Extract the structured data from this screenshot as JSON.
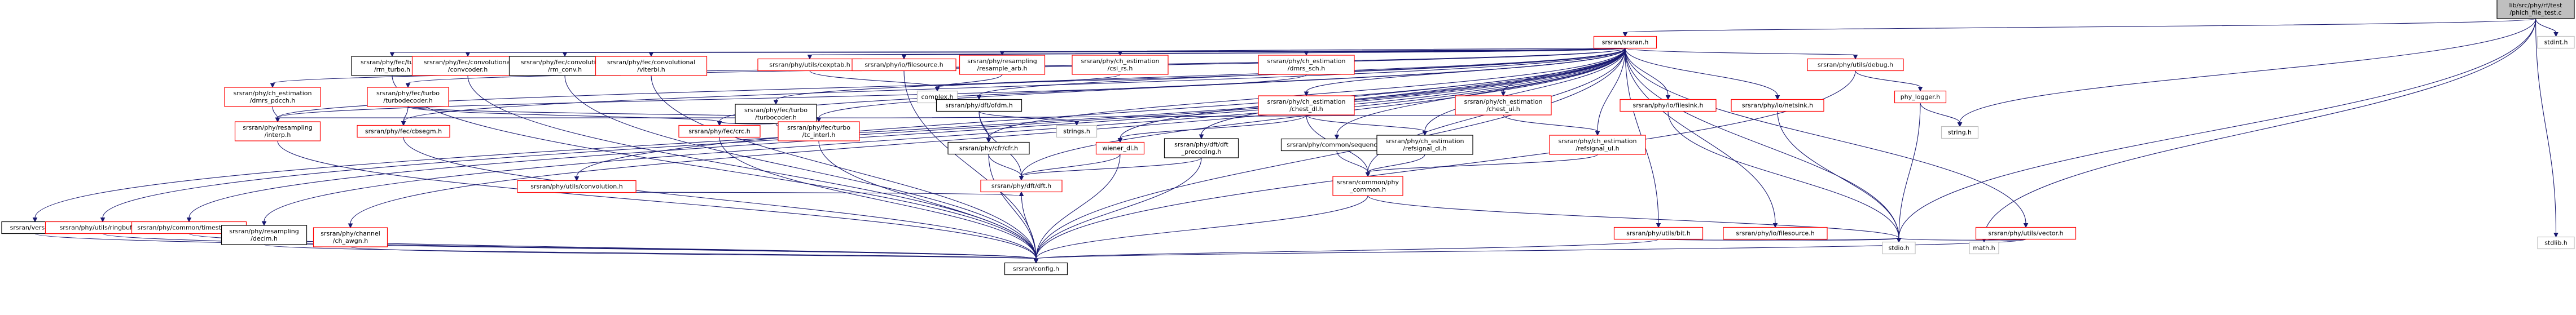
{
  "nodes": [
    {
      "id": "root",
      "lines": [
        "lib/src/phy/rf/test",
        "/phich_file_test.c"
      ],
      "kind": "root"
    },
    {
      "id": "srsran",
      "lines": [
        "srsran/srsran.h"
      ],
      "kind": "local"
    },
    {
      "id": "stdint",
      "lines": [
        "stdint.h"
      ],
      "kind": "system"
    },
    {
      "id": "version",
      "lines": [
        "srsran/version.h"
      ],
      "kind": "plain"
    },
    {
      "id": "ringbuffer",
      "lines": [
        "srsran/phy/utils/ringbuffer.h"
      ],
      "kind": "local"
    },
    {
      "id": "timestamp",
      "lines": [
        "srsran/phy/common/timestamp.h"
      ],
      "kind": "local"
    },
    {
      "id": "decim",
      "lines": [
        "srsran/phy/resampling",
        "/decim.h"
      ],
      "kind": "plain"
    },
    {
      "id": "interp",
      "lines": [
        "srsran/phy/resampling",
        "/interp.h"
      ],
      "kind": "local"
    },
    {
      "id": "pdcch",
      "lines": [
        "srsran/phy/ch_estimation",
        "/dmrs_pdcch.h"
      ],
      "kind": "local"
    },
    {
      "id": "tbegin",
      "lines": [
        "srsran/phy/fec/cbsegm.h"
      ],
      "kind": "local"
    },
    {
      "id": "ch_awgn",
      "lines": [
        "srsran/phy/channel",
        "/ch_awgn.h"
      ],
      "kind": "local"
    },
    {
      "id": "rm_turbo",
      "lines": [
        "srsran/phy/fec/turbo",
        "/rm_turbo.h"
      ],
      "kind": "plain"
    },
    {
      "id": "turbodecoder",
      "lines": [
        "srsran/phy/fec/turbo",
        "/turbodecoder.h"
      ],
      "kind": "local"
    },
    {
      "id": "convcoder",
      "lines": [
        "srsran/phy/fec/convolutional",
        "/convcoder.h"
      ],
      "kind": "local"
    },
    {
      "id": "convolution",
      "lines": [
        "srsran/phy/utils/convolution.h"
      ],
      "kind": "local"
    },
    {
      "id": "rm_conv",
      "lines": [
        "srsran/phy/fec/convolutional",
        "/rm_conv.h"
      ],
      "kind": "plain"
    },
    {
      "id": "viterbi",
      "lines": [
        "srsran/phy/fec/convolutional",
        "/viterbi.h"
      ],
      "kind": "local"
    },
    {
      "id": "cexptab",
      "lines": [
        "srsran/phy/utils/cexptab.h"
      ],
      "kind": "local"
    },
    {
      "id": "turbocoder",
      "lines": [
        "srsran/phy/fec/turbo",
        "/turbocoder.h"
      ],
      "kind": "plain"
    },
    {
      "id": "crc",
      "lines": [
        "srsran/phy/fec/crc.h"
      ],
      "kind": "local"
    },
    {
      "id": "filesource",
      "lines": [
        "srsran/phy/io/filesource.h"
      ],
      "kind": "local"
    },
    {
      "id": "arb",
      "lines": [
        "srsran/phy/resampling",
        "/resample_arb.h"
      ],
      "kind": "local"
    },
    {
      "id": "complex",
      "lines": [
        "complex.h"
      ],
      "kind": "system"
    },
    {
      "id": "tc_interl",
      "lines": [
        "srsran/phy/fec/turbo",
        "/tc_interl.h"
      ],
      "kind": "local"
    },
    {
      "id": "ofdm",
      "lines": [
        "srsran/phy/dft/ofdm.h"
      ],
      "kind": "plain"
    },
    {
      "id": "cfr",
      "lines": [
        "srsran/phy/cfr/cfr.h"
      ],
      "kind": "plain"
    },
    {
      "id": "strings",
      "lines": [
        "strings.h"
      ],
      "kind": "system"
    },
    {
      "id": "wiener",
      "lines": [
        "wiener_dl.h"
      ],
      "kind": "local"
    },
    {
      "id": "dft",
      "lines": [
        "srsran/phy/dft/dft.h"
      ],
      "kind": "local"
    },
    {
      "id": "csi_rs",
      "lines": [
        "srsran/phy/ch_estimation",
        "/csi_rs.h"
      ],
      "kind": "local"
    },
    {
      "id": "precoding",
      "lines": [
        "srsran/phy/dft/dft",
        "_precoding.h"
      ],
      "kind": "plain"
    },
    {
      "id": "sequence",
      "lines": [
        "srsran/phy/common/sequence.h"
      ],
      "kind": "plain"
    },
    {
      "id": "dmrs_sch",
      "lines": [
        "srsran/phy/ch_estimation",
        "/dmrs_sch.h"
      ],
      "kind": "local"
    },
    {
      "id": "chest_dl",
      "lines": [
        "srsran/phy/ch_estimation",
        "/chest_dl.h"
      ],
      "kind": "local"
    },
    {
      "id": "refsignal_dl",
      "lines": [
        "srsran/phy/ch_estimation",
        "/refsignal_dl.h"
      ],
      "kind": "plain"
    },
    {
      "id": "chest_ul",
      "lines": [
        "srsran/phy/ch_estimation",
        "/chest_ul.h"
      ],
      "kind": "local"
    },
    {
      "id": "refsignal_ul",
      "lines": [
        "srsran/phy/ch_estimation",
        "/refsignal_ul.h"
      ],
      "kind": "local"
    },
    {
      "id": "phy_common",
      "lines": [
        "srsran/common/phy",
        "_common.h"
      ],
      "kind": "local"
    },
    {
      "id": "filesink",
      "lines": [
        "srsran/phy/io/filesink.h"
      ],
      "kind": "local"
    },
    {
      "id": "netsink",
      "lines": [
        "srsran/phy/io/netsink.h"
      ],
      "kind": "local"
    },
    {
      "id": "bit",
      "lines": [
        "srsran/phy/utils/bit.h"
      ],
      "kind": "local"
    },
    {
      "id": "io_filesource",
      "lines": [
        "srsran/phy/io/filesource.h"
      ],
      "kind": "local"
    },
    {
      "id": "debug",
      "lines": [
        "srsran/phy/utils/debug.h"
      ],
      "kind": "local"
    },
    {
      "id": "phy_logger",
      "lines": [
        "phy_logger.h"
      ],
      "kind": "local"
    },
    {
      "id": "stdio",
      "lines": [
        "stdio.h"
      ],
      "kind": "system"
    },
    {
      "id": "string",
      "lines": [
        "string.h"
      ],
      "kind": "system"
    },
    {
      "id": "vector",
      "lines": [
        "srsran/phy/utils/vector.h"
      ],
      "kind": "local"
    },
    {
      "id": "math",
      "lines": [
        "math.h"
      ],
      "kind": "system"
    },
    {
      "id": "config",
      "lines": [
        "srsran/config.h"
      ],
      "kind": "plain"
    },
    {
      "id": "stdlib",
      "lines": [
        "stdlib.h"
      ],
      "kind": "system"
    }
  ],
  "edges": [
    [
      "root",
      "srsran"
    ],
    [
      "root",
      "stdint"
    ],
    [
      "root",
      "stdio"
    ],
    [
      "root",
      "string"
    ],
    [
      "root",
      "stdlib"
    ],
    [
      "root",
      "math"
    ],
    [
      "srsran",
      "version"
    ],
    [
      "srsran",
      "ringbuffer"
    ],
    [
      "srsran",
      "timestamp"
    ],
    [
      "srsran",
      "decim"
    ],
    [
      "srsran",
      "interp"
    ],
    [
      "srsran",
      "pdcch"
    ],
    [
      "srsran",
      "tbegin"
    ],
    [
      "srsran",
      "ch_awgn"
    ],
    [
      "srsran",
      "rm_turbo"
    ],
    [
      "srsran",
      "turbodecoder"
    ],
    [
      "srsran",
      "convcoder"
    ],
    [
      "srsran",
      "convolution"
    ],
    [
      "srsran",
      "rm_conv"
    ],
    [
      "srsran",
      "viterbi"
    ],
    [
      "srsran",
      "cexptab"
    ],
    [
      "srsran",
      "turbocoder"
    ],
    [
      "srsran",
      "crc"
    ],
    [
      "srsran",
      "filesource"
    ],
    [
      "srsran",
      "arb"
    ],
    [
      "srsran",
      "tc_interl"
    ],
    [
      "srsran",
      "ofdm"
    ],
    [
      "srsran",
      "cfr"
    ],
    [
      "srsran",
      "wiener"
    ],
    [
      "srsran",
      "dft"
    ],
    [
      "srsran",
      "csi_rs"
    ],
    [
      "srsran",
      "precoding"
    ],
    [
      "srsran",
      "sequence"
    ],
    [
      "srsran",
      "dmrs_sch"
    ],
    [
      "srsran",
      "chest_dl"
    ],
    [
      "srsran",
      "refsignal_dl"
    ],
    [
      "srsran",
      "chest_ul"
    ],
    [
      "srsran",
      "refsignal_ul"
    ],
    [
      "srsran",
      "phy_common"
    ],
    [
      "srsran",
      "filesink"
    ],
    [
      "srsran",
      "netsink"
    ],
    [
      "srsran",
      "bit"
    ],
    [
      "srsran",
      "io_filesource"
    ],
    [
      "srsran",
      "debug"
    ],
    [
      "srsran",
      "vector"
    ],
    [
      "srsran",
      "config"
    ],
    [
      "srsran",
      "stdio"
    ],
    [
      "pdcch",
      "interp"
    ],
    [
      "turbodecoder",
      "tbegin"
    ],
    [
      "turbodecoder",
      "crc"
    ],
    [
      "turbodecoder",
      "tc_interl"
    ],
    [
      "turbocoder",
      "crc"
    ],
    [
      "turbocoder",
      "tc_interl"
    ],
    [
      "cexptab",
      "complex"
    ],
    [
      "arb",
      "complex"
    ],
    [
      "csi_rs",
      "complex"
    ],
    [
      "ofdm",
      "cfr"
    ],
    [
      "ofdm",
      "strings"
    ],
    [
      "ofdm",
      "dft"
    ],
    [
      "cfr",
      "dft"
    ],
    [
      "wiener",
      "dft"
    ],
    [
      "convolution",
      "dft"
    ],
    [
      "dmrs_sch",
      "interp"
    ],
    [
      "chest_dl",
      "wiener"
    ],
    [
      "chest_dl",
      "refsignal_dl"
    ],
    [
      "chest_dl",
      "phy_common"
    ],
    [
      "chest_ul",
      "refsignal_ul"
    ],
    [
      "chest_ul",
      "interp"
    ],
    [
      "refsignal_dl",
      "phy_common"
    ],
    [
      "refsignal_ul",
      "phy_common"
    ],
    [
      "precoding",
      "dft"
    ],
    [
      "sequence",
      "phy_common"
    ],
    [
      "phy_common",
      "config"
    ],
    [
      "phy_common",
      "stdio"
    ],
    [
      "debug",
      "phy_logger"
    ],
    [
      "phy_logger",
      "stdio"
    ],
    [
      "phy_logger",
      "string"
    ],
    [
      "filesink",
      "stdio"
    ],
    [
      "netsink",
      "stdio"
    ],
    [
      "bit",
      "stdio"
    ],
    [
      "io_filesource",
      "stdio"
    ],
    [
      "vector",
      "stdio"
    ],
    [
      "vector",
      "math"
    ],
    [
      "vector",
      "config"
    ],
    [
      "version",
      "config"
    ],
    [
      "ringbuffer",
      "config"
    ],
    [
      "timestamp",
      "config"
    ],
    [
      "decim",
      "config"
    ],
    [
      "interp",
      "config"
    ],
    [
      "tbegin",
      "config"
    ],
    [
      "ch_awgn",
      "config"
    ],
    [
      "rm_turbo",
      "config"
    ],
    [
      "convcoder",
      "config"
    ],
    [
      "rm_conv",
      "config"
    ],
    [
      "viterbi",
      "config"
    ],
    [
      "crc",
      "config"
    ],
    [
      "tc_interl",
      "config"
    ],
    [
      "dft",
      "config"
    ],
    [
      "filesource",
      "config"
    ],
    [
      "cfr",
      "config"
    ],
    [
      "wiener",
      "config"
    ],
    [
      "precoding",
      "config"
    ],
    [
      "bit",
      "config"
    ],
    [
      "debug",
      "config"
    ]
  ]
}
